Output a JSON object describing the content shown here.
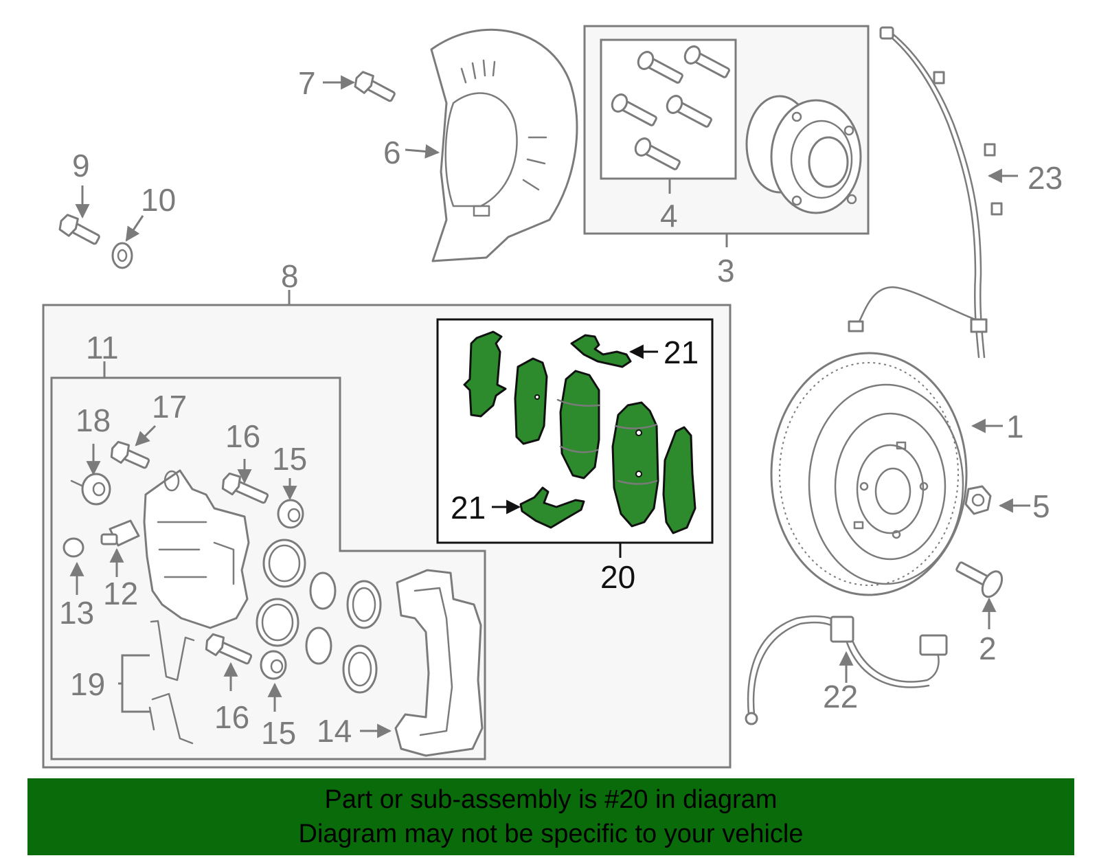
{
  "diagram": {
    "callouts": {
      "n1": "1",
      "n2": "2",
      "n3": "3",
      "n4": "4",
      "n5": "5",
      "n6": "6",
      "n7": "7",
      "n8": "8",
      "n9": "9",
      "n10": "10",
      "n11": "11",
      "n12": "12",
      "n13": "13",
      "n14": "14",
      "n15a": "15",
      "n15b": "15",
      "n16a": "16",
      "n16b": "16",
      "n17": "17",
      "n18": "18",
      "n19": "19",
      "n20": "20",
      "n21a": "21",
      "n21b": "21",
      "n22": "22",
      "n23": "23"
    },
    "highlight_part": "20",
    "colors": {
      "highlight_fill": "#2d8a2d",
      "line": "#7b7b7b",
      "box_bg": "#f7f7f7",
      "banner_bg": "#0a6b0a"
    }
  },
  "banner": {
    "line1": "Part or sub-assembly is #20 in diagram",
    "line2": "Diagram may not be specific to your vehicle"
  }
}
